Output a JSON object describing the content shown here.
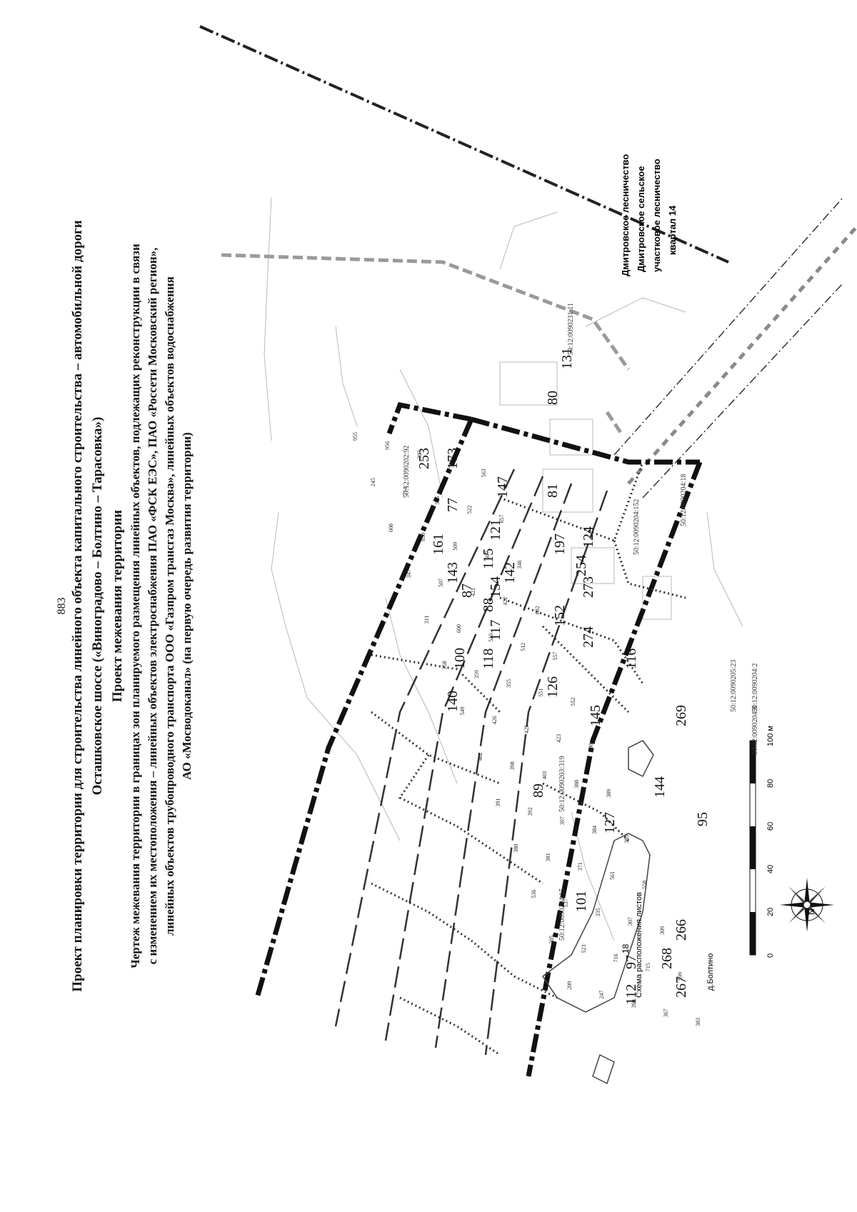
{
  "page_number": "883",
  "title_lines": [
    "Проект планировки территории для строительства линейного объекта капитального строительства – автомобильной дороги",
    "Осташковское шоссе («Виноградово – Болтино – Тарасовка»)",
    "Проект межевания территории",
    "Чертеж межевания территории в границах зон планируемого размещения линейных объектов, подлежащих реконструкции в связи",
    "с изменением их местоположения – линейных объектов электроснабжения ПАО «ФСК ЕЭС», ПАО «Россети Московский регион»,",
    "линейных объектов трубопроводного транспорта ООО «Газпром трансгаз Москва», линейных объектов водоснабжения",
    "АО «Мосводоканал» (на первую очередь развития территории)"
  ],
  "inset": {
    "title": "Схема расположения листов",
    "sheet_labels": [
      "18"
    ]
  },
  "compass": {
    "north_label": "N"
  },
  "scale_bar": {
    "ticks": [
      "0",
      "20",
      "40",
      "60",
      "80",
      "100 м"
    ]
  },
  "forestry_label": [
    "Дмитровское лесничество",
    "Дмитровское сельское",
    "участковое лесничество",
    "квартал 14"
  ],
  "village_label": "д.Болтино",
  "cadastral_labels": [
    "50:12:0090202:92",
    "50:12:0090231:11",
    "50:12:0090204:18",
    "50:12:0090204:152",
    "50:12:0090205:23",
    "50:12:0090204:2",
    "50:12:0090203:319",
    "50:12:0090204:15",
    "50:12:0090204:8"
  ],
  "large_parcel_numbers": [
    "253",
    "80",
    "131",
    "173",
    "77",
    "161",
    "143",
    "87",
    "117",
    "100",
    "140",
    "121",
    "81",
    "124",
    "197",
    "254",
    "273",
    "274",
    "116",
    "269",
    "144",
    "95",
    "127",
    "89",
    "101",
    "97",
    "112",
    "267",
    "268",
    "266",
    "145",
    "142",
    "154",
    "152",
    "118",
    "126",
    "88",
    "115",
    "147"
  ],
  "small_point_numbers": [
    "955",
    "956",
    "303",
    "304",
    "563",
    "245",
    "714",
    "526",
    "522",
    "657",
    "608",
    "658",
    "509",
    "607",
    "346",
    "347",
    "507",
    "421",
    "422",
    "602",
    "311",
    "600",
    "510",
    "512",
    "557",
    "358",
    "359",
    "355",
    "551",
    "552",
    "549",
    "426",
    "425",
    "423",
    "400",
    "402",
    "398",
    "401",
    "388",
    "389",
    "391",
    "392",
    "397",
    "384",
    "385",
    "380",
    "381",
    "371",
    "561",
    "558",
    "536",
    "537",
    "335",
    "307",
    "309",
    "305",
    "523",
    "716",
    "715",
    "599",
    "209",
    "247",
    "390",
    "367",
    "383"
  ]
}
